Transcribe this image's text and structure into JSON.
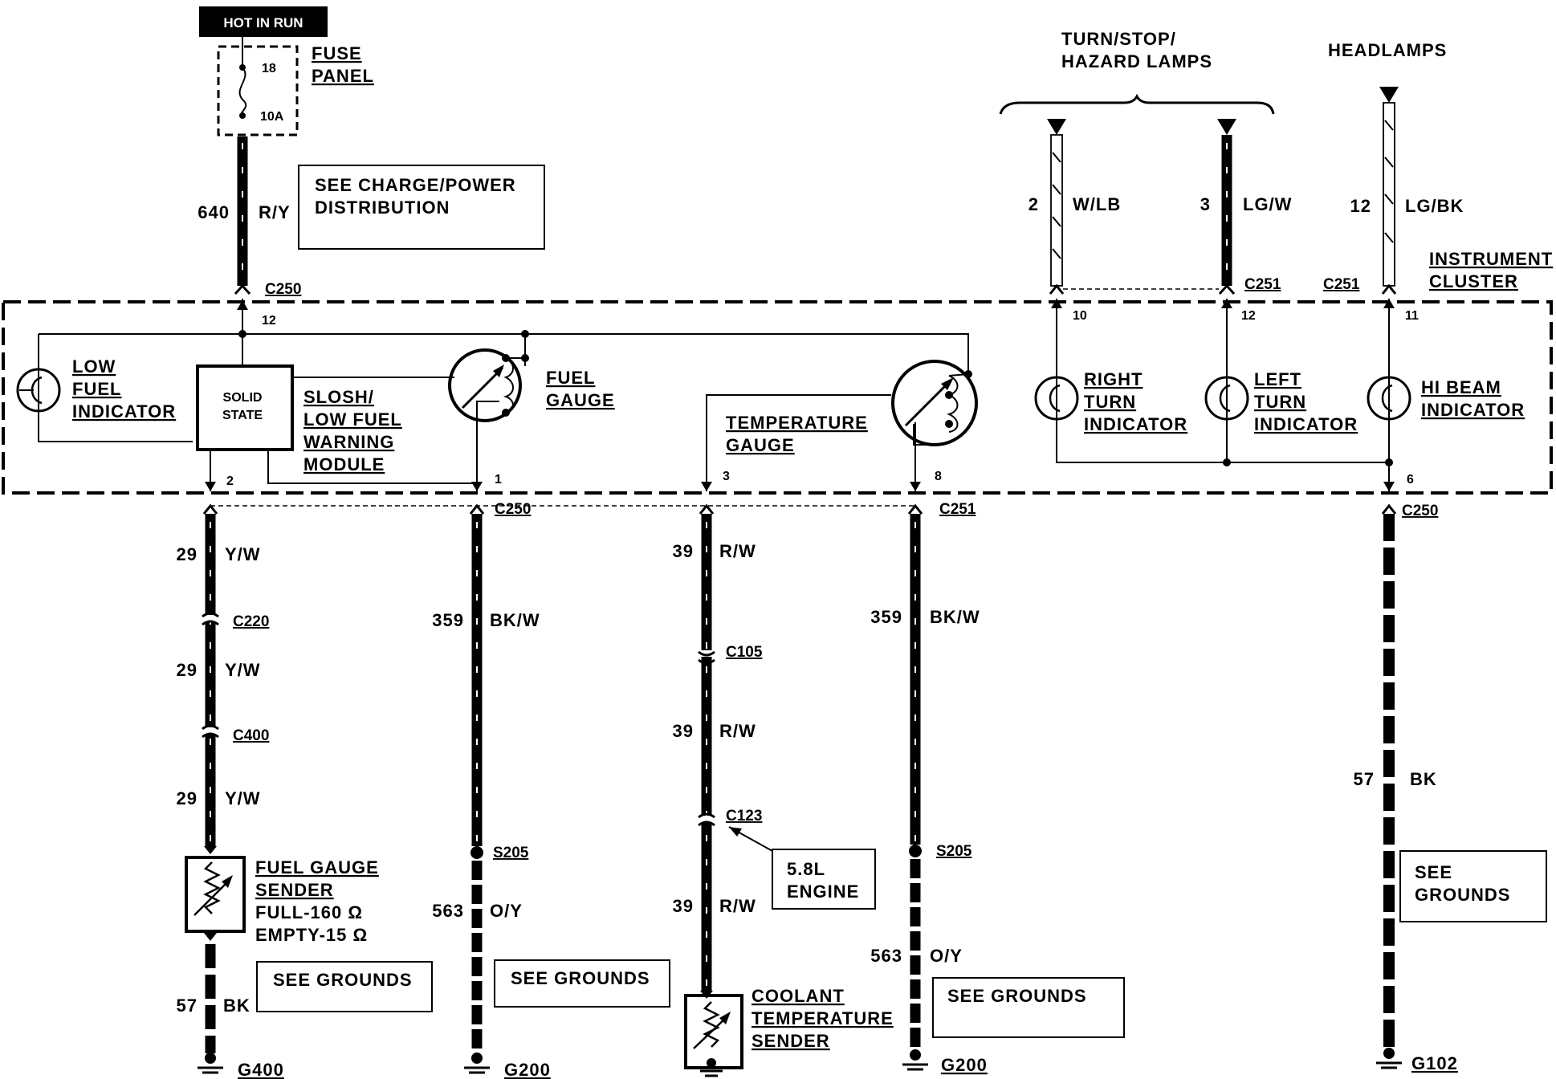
{
  "power": {
    "hot_in_run": "HOT IN RUN",
    "fuse_top": "18",
    "fuse_bottom": "10A",
    "fuse_panel_1": "FUSE",
    "fuse_panel_2": "PANEL"
  },
  "ref_boxes": {
    "charge_1": "SEE CHARGE/POWER",
    "charge_2": "DISTRIBUTION",
    "grounds": "SEE GROUNDS",
    "grounds_a": "SEE",
    "grounds_b": "GROUNDS",
    "engine_1": "5.8L",
    "engine_2": "ENGINE"
  },
  "headers": {
    "turn_1": "TURN/STOP/",
    "turn_2": "HAZARD LAMPS",
    "headlamps": "HEADLAMPS",
    "cluster_1": "INSTRUMENT",
    "cluster_2": "CLUSTER"
  },
  "components": {
    "low_fuel": [
      "LOW",
      "FUEL",
      "INDICATOR"
    ],
    "solid_state": [
      "SOLID",
      "STATE"
    ],
    "slosh": [
      "SLOSH/",
      "LOW FUEL",
      "WARNING",
      "MODULE"
    ],
    "fuel_gauge": [
      "FUEL",
      "GAUGE"
    ],
    "temp_gauge": [
      "TEMPERATURE",
      "GAUGE"
    ],
    "right_turn": [
      "RIGHT",
      "TURN",
      "INDICATOR"
    ],
    "left_turn": [
      "LEFT",
      "TURN",
      "INDICATOR"
    ],
    "hi_beam": [
      "HI BEAM",
      "INDICATOR"
    ],
    "fuel_sender": [
      "FUEL GAUGE",
      "SENDER",
      "FULL-160 Ω",
      "EMPTY-15  Ω"
    ],
    "coolant_sender": [
      "COOLANT",
      "TEMPERATURE",
      "SENDER"
    ]
  },
  "connectors": {
    "c250": "C250",
    "c251": "C251",
    "c220": "C220",
    "c400": "C400",
    "c105": "C105",
    "c123": "C123",
    "s205": "S205",
    "g400": "G400",
    "g200": "G200",
    "g102": "G102"
  },
  "pins": {
    "p12": "12",
    "p2": "2",
    "p1": "1",
    "p3": "3",
    "p8": "8",
    "p10": "10",
    "p11": "11",
    "p6": "6"
  },
  "circuits": {
    "c640": "640",
    "ry": "R/Y",
    "c2": "2",
    "wlb": "W/LB",
    "c3": "3",
    "lgw": "LG/W",
    "c12": "12",
    "lgbk": "LG/BK",
    "c29": "29",
    "yw": "Y/W",
    "c359": "359",
    "bkw": "BK/W",
    "c39": "39",
    "rw": "R/W",
    "c563": "563",
    "oy": "O/Y",
    "c57": "57",
    "bk": "BK"
  }
}
